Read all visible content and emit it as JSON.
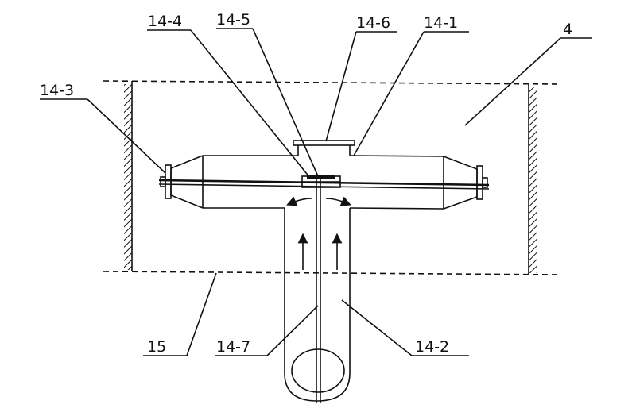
{
  "labels": {
    "l14_4": "14-4",
    "l14_5": "14-5",
    "l14_6": "14-6",
    "l14_1": "14-1",
    "l4": "4",
    "l14_3": "14-3",
    "l15": "15",
    "l14_7": "14-7",
    "l14_2": "14-2"
  },
  "colors": {
    "ink": "#111111",
    "background": "#ffffff"
  }
}
